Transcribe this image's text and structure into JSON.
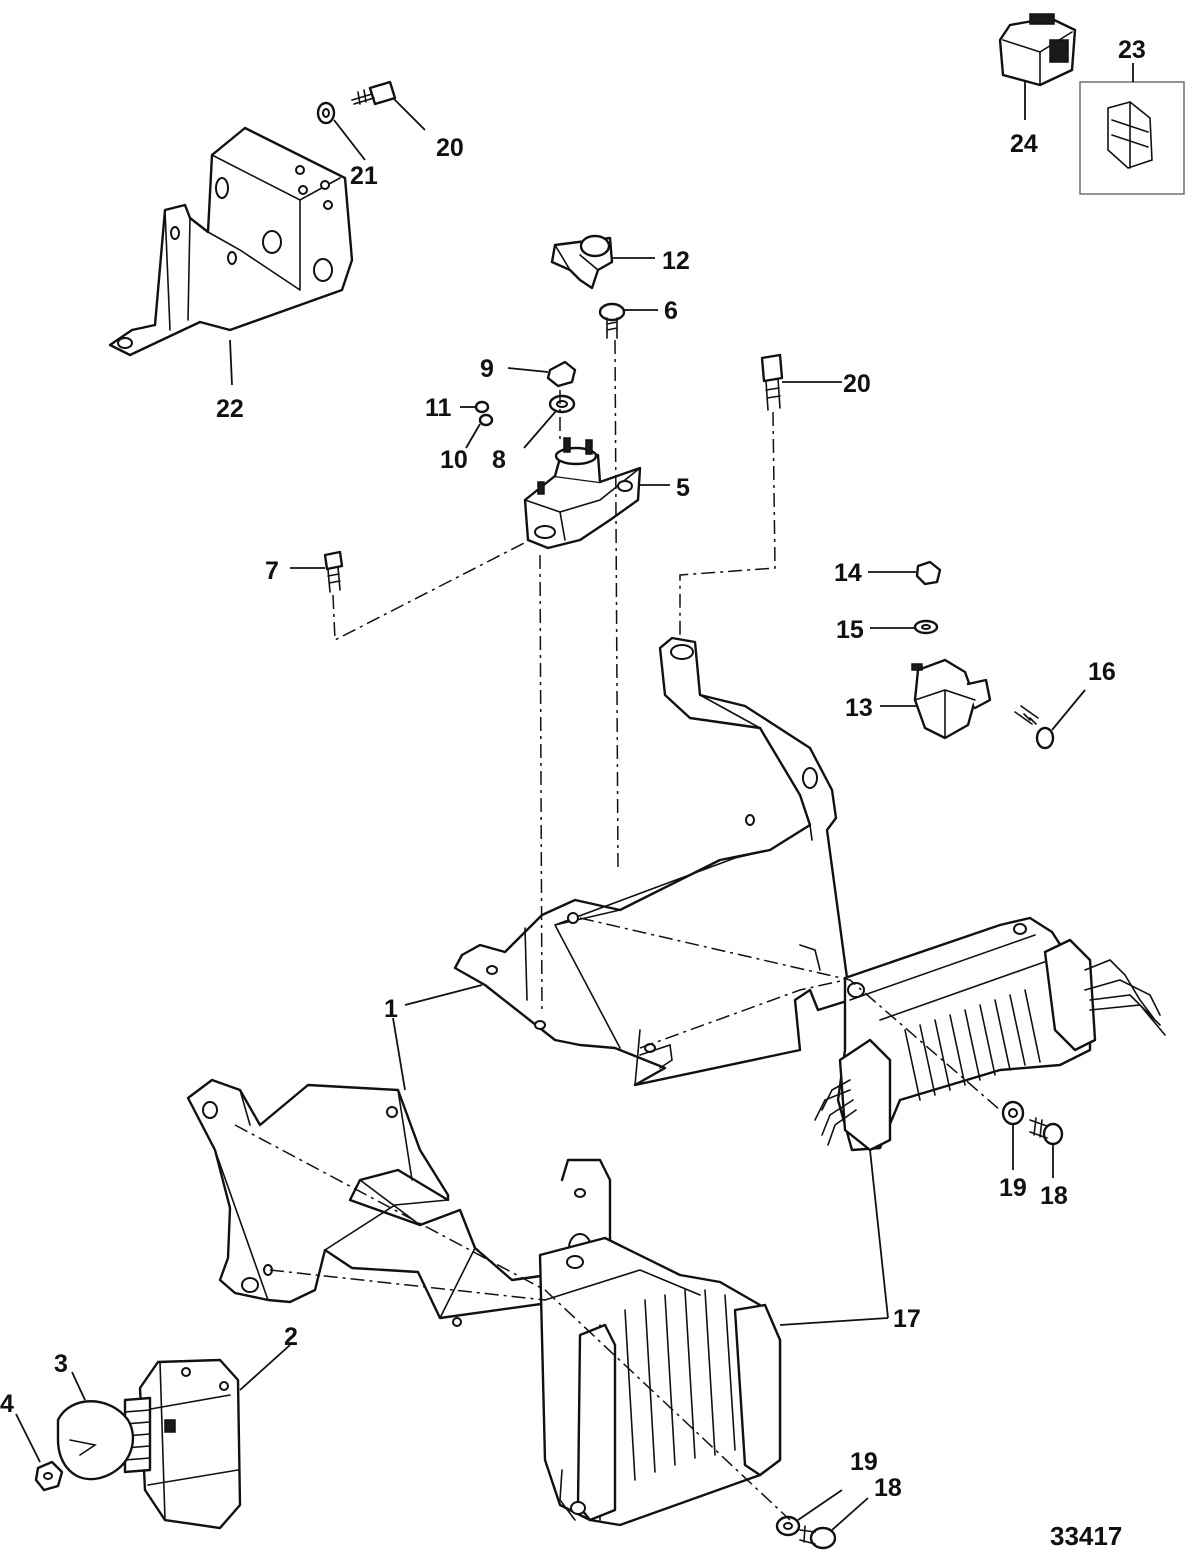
{
  "diagram": {
    "reference_code": "33417",
    "callouts": {
      "c1": "1",
      "c2": "2",
      "c3": "3",
      "c4": "4",
      "c5": "5",
      "c6": "6",
      "c7": "7",
      "c8": "8",
      "c9": "9",
      "c10": "10",
      "c11": "11",
      "c12": "12",
      "c13": "13",
      "c14": "14",
      "c15": "15",
      "c16": "16",
      "c17": "17",
      "c18a": "18",
      "c18b": "18",
      "c19a": "19",
      "c19b": "19",
      "c20a": "20",
      "c20b": "20",
      "c21": "21",
      "c22": "22",
      "c23": "23",
      "c24": "24"
    },
    "colors": {
      "line": "#111111",
      "background": "#ffffff"
    }
  }
}
